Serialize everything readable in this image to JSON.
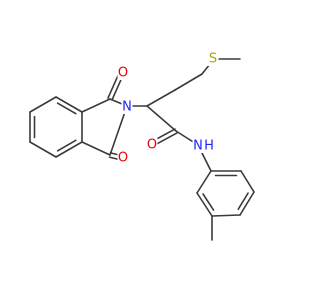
{
  "molecule": {
    "colors": {
      "bond": "#3a3a3a",
      "O": "#e8000b",
      "N": "#1f24ff",
      "S": "#b5a300"
    },
    "atoms": [
      {
        "id": "N1",
        "label": "N",
        "element": "N"
      },
      {
        "id": "O1",
        "label": "O",
        "element": "O"
      },
      {
        "id": "O2",
        "label": "O",
        "element": "O"
      },
      {
        "id": "O3",
        "label": "O",
        "element": "O"
      },
      {
        "id": "S1",
        "label": "S",
        "element": "S"
      },
      {
        "id": "N2",
        "label": "N",
        "element": "N"
      },
      {
        "id": "H1",
        "label": "H",
        "element": "N"
      }
    ]
  }
}
